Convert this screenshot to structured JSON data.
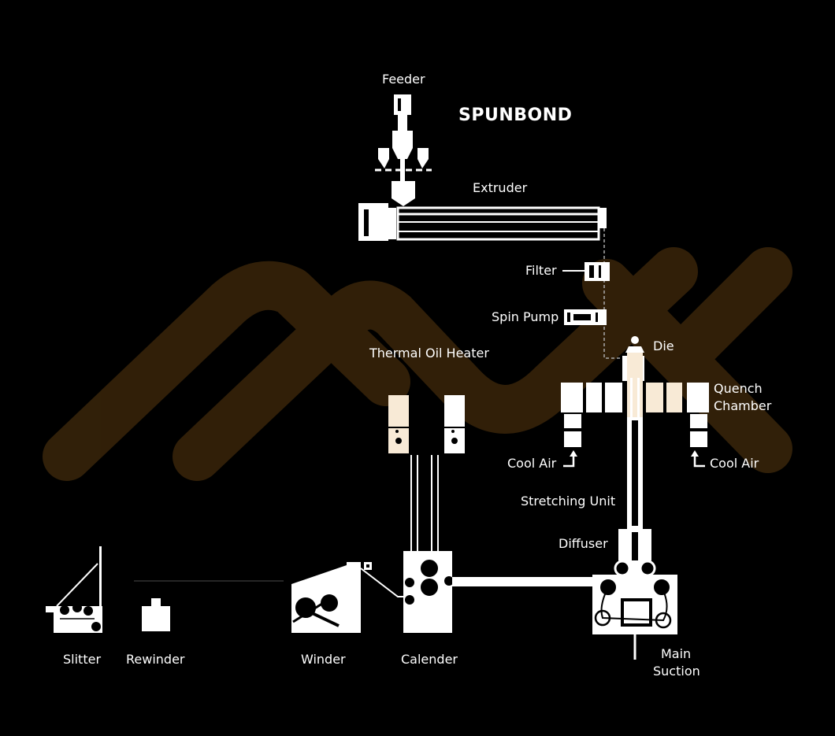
{
  "title": "SPUNBOND",
  "watermark_color": "#5a3a10",
  "labels": {
    "feeder": "Feeder",
    "extruder": "Extruder",
    "filter": "Filter",
    "spin_pump": "Spin Pump",
    "die": "Die",
    "thermal_oil_heater": "Thermal Oil Heater",
    "quench_chamber_1": "Quench",
    "quench_chamber_2": "Chamber",
    "cool_air_left": "Cool Air",
    "cool_air_right": "Cool Air",
    "stretching_unit": "Stretching Unit",
    "diffuser": "Diffuser",
    "main_suction_1": "Main",
    "main_suction_2": "Suction",
    "slitter": "Slitter",
    "rewinder": "Rewinder",
    "winder": "Winder",
    "calender": "Calender"
  }
}
